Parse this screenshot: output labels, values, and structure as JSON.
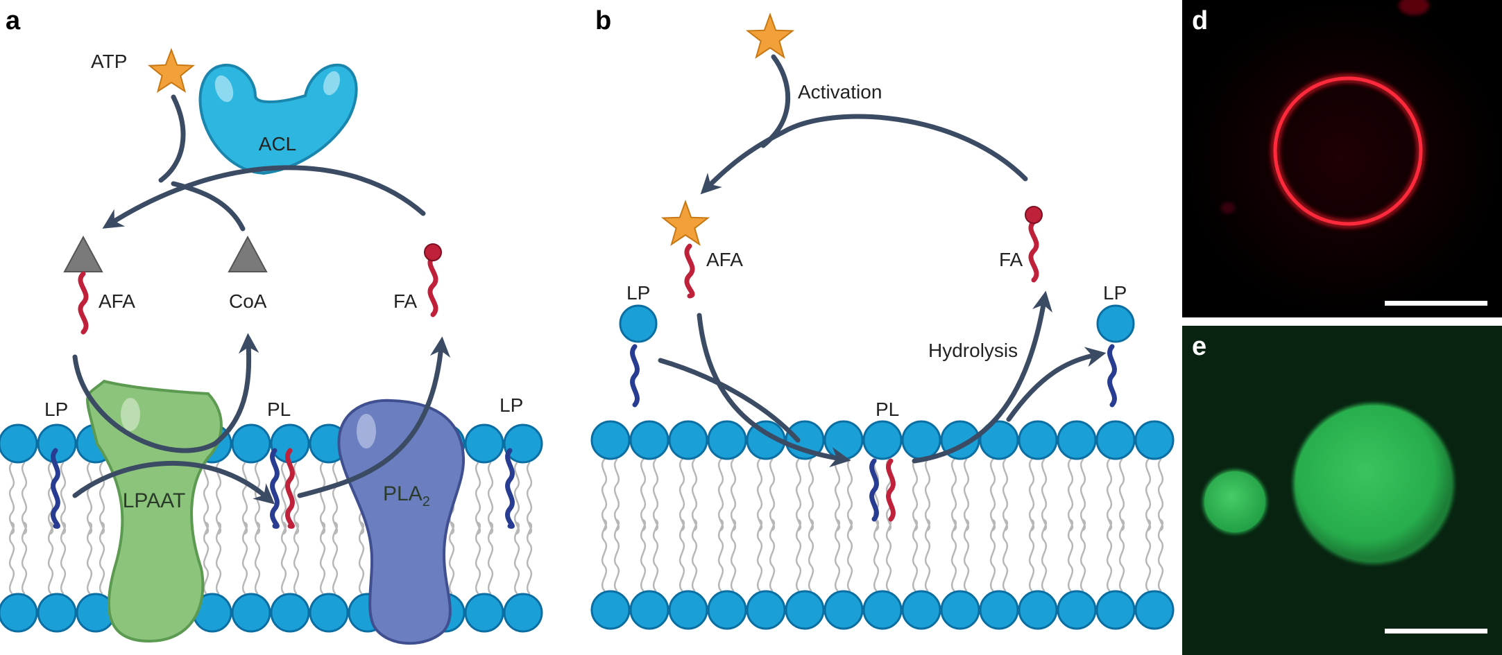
{
  "colors": {
    "head": "#1a9fd6",
    "head_stroke": "#0b6ea2",
    "tail": "#b7b7b7",
    "arrow": "#3c4b64",
    "fa_tail": "#c0213a",
    "lp_tail": "#283c91",
    "acl": "#2db6df",
    "lpaat": "#8cc47c",
    "pla2": "#6b7fc0",
    "star": "#f2a03a",
    "coa": "#7a7a7a",
    "micro_d_ring": "#ff2a3c",
    "micro_e_vesicle": "#29b650"
  },
  "panels": {
    "a": {
      "label": "a",
      "atp": "ATP",
      "acl": "ACL",
      "afa": "AFA",
      "coa": "CoA",
      "fa": "FA",
      "lp_left": "LP",
      "pl": "PL",
      "lp_right": "LP",
      "lpaat": "LPAAT",
      "pla2": "PLA",
      "pla2_sub": "2"
    },
    "b": {
      "label": "b",
      "activation": "Activation",
      "afa": "AFA",
      "fa": "FA",
      "lp_left": "LP",
      "lp_right": "LP",
      "pl": "PL",
      "hydrolysis": "Hydrolysis"
    },
    "d": {
      "label": "d"
    },
    "e": {
      "label": "e"
    }
  }
}
